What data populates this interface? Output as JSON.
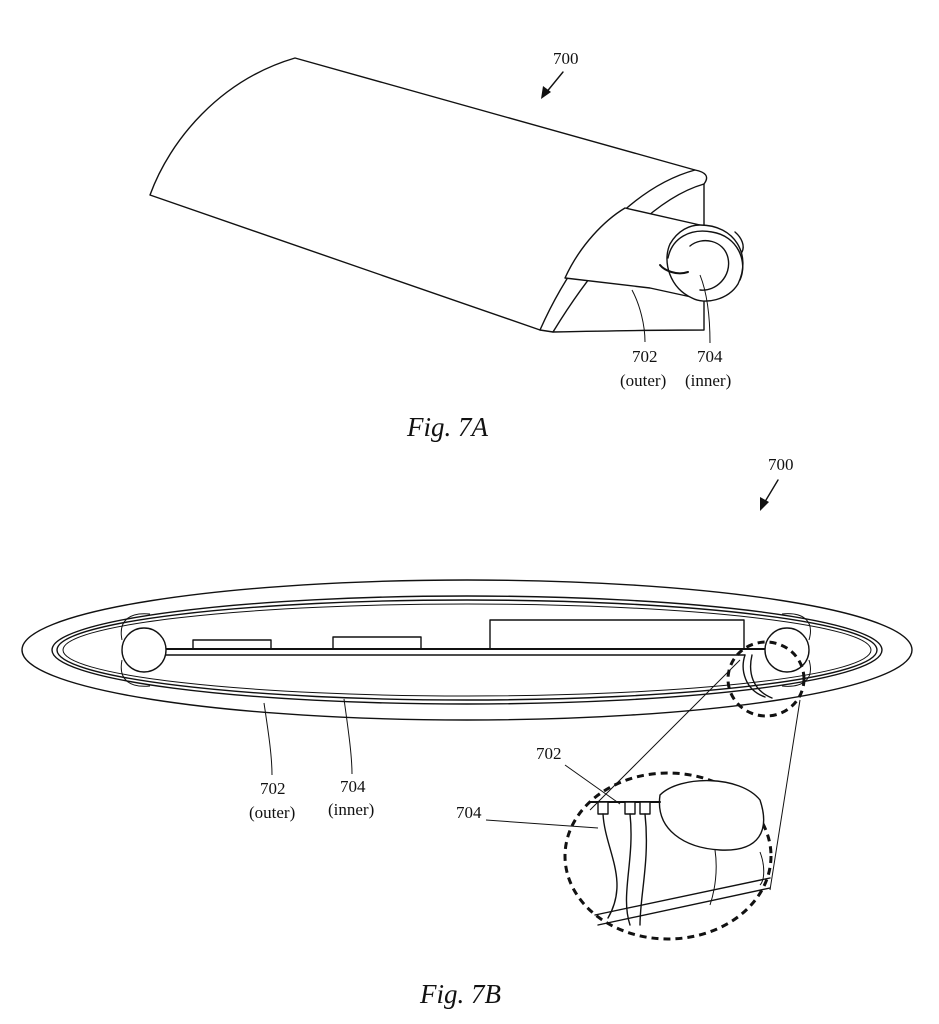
{
  "figures": [
    {
      "caption": "Fig. 7A",
      "refs": {
        "device": "700",
        "outer_num": "702",
        "outer_txt": "(outer)",
        "inner_num": "704",
        "inner_txt": "(inner)"
      }
    },
    {
      "caption": "Fig. 7B",
      "refs": {
        "device": "700",
        "outer_num": "702",
        "outer_txt": "(outer)",
        "inner_num": "704",
        "inner_txt": "(inner)",
        "detail_outer": "702",
        "detail_inner": "704"
      }
    }
  ]
}
